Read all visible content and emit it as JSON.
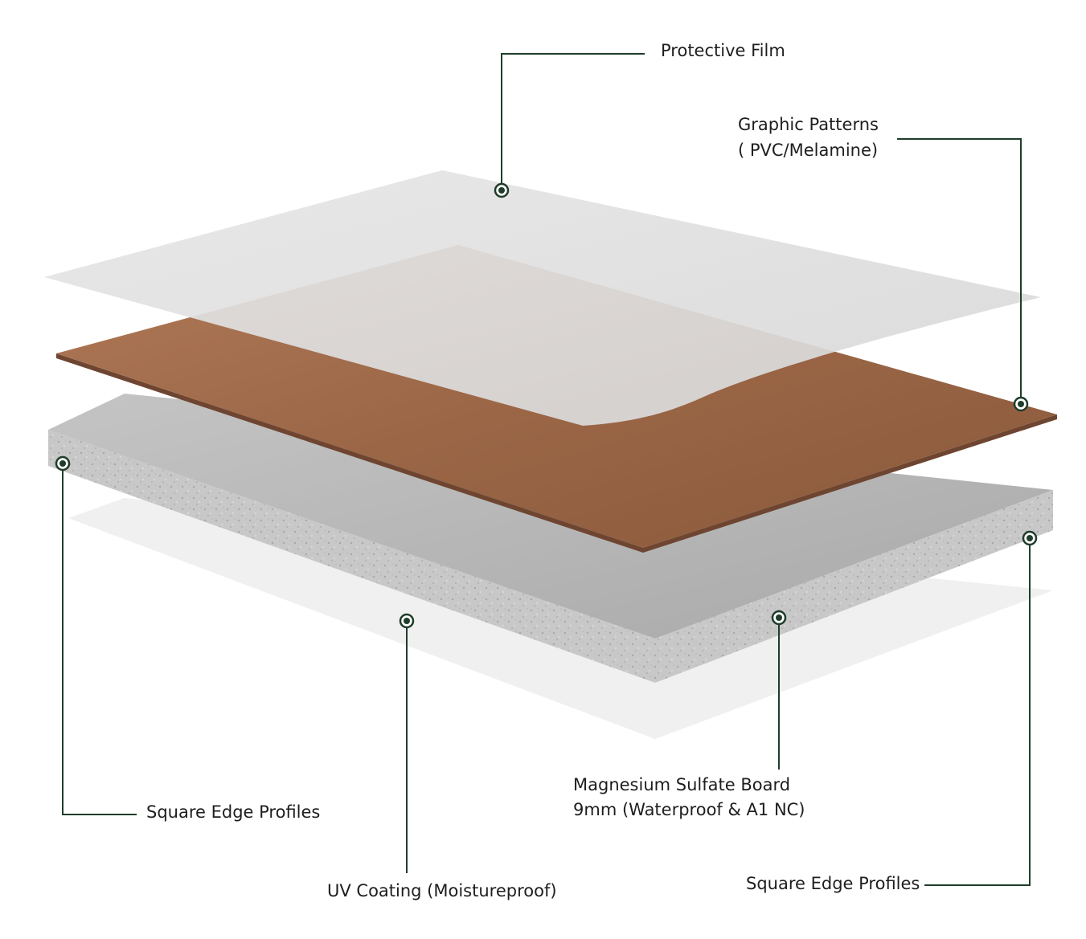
{
  "colors": {
    "leader": "#1f3d2a",
    "film": "#dcdcdc",
    "wood": "#9a6848",
    "board_top": "#b9b9b9",
    "board_side": "#cacaca",
    "shadow": "#f0f0f0"
  },
  "labels": {
    "protective_film": "Protective Film",
    "graphic_patterns": [
      "Graphic Patterns",
      "( PVC/Melamine)"
    ],
    "square_edge_left": "Square Edge Profiles",
    "uv_coating": "UV Coating (Moistureproof)",
    "magnesium_board": [
      "Magnesium Sulfate Board",
      "9mm (Waterproof & A1 NC)"
    ],
    "square_edge_right": "Square Edge Profiles"
  }
}
